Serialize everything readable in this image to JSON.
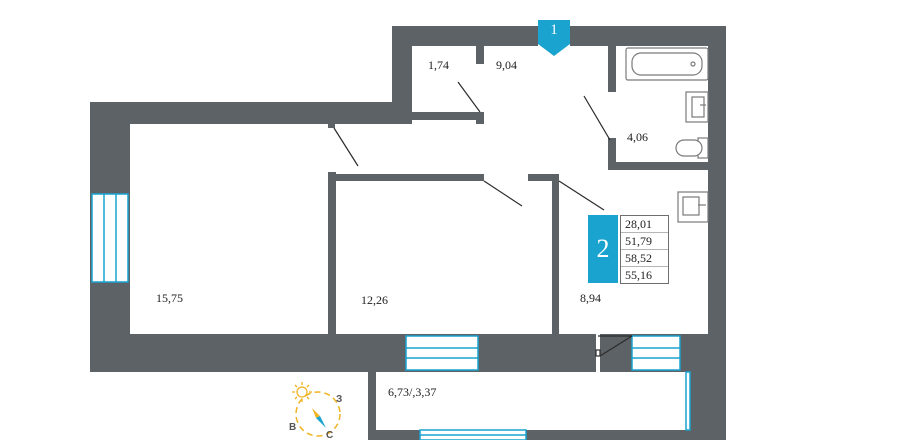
{
  "plan": {
    "entrance_number": "1",
    "room_count": "2",
    "summary": [
      "28,01",
      "51,79",
      "58,52",
      "55,16"
    ],
    "rooms": {
      "wc": "1,74",
      "hall": "9,04",
      "bathroom": "4,06",
      "living_room": "15,75",
      "bedroom": "12,26",
      "kitchen": "8,94",
      "loggia": "6,73/,3,37"
    },
    "compass": {
      "north": "С",
      "east": "В",
      "west": "З"
    },
    "colors": {
      "wall": "#5c6266",
      "accent": "#1aa3cf",
      "window": "#1aa3cf",
      "fixture": "#7a7a7a",
      "sun": "#f0b323"
    }
  }
}
